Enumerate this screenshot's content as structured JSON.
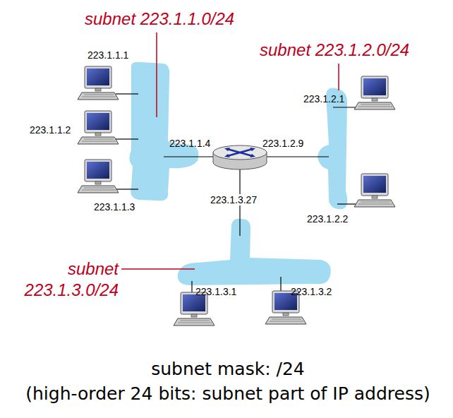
{
  "diagram": {
    "labels": [
      "subnet 223.1.1.0/24",
      "223.1.1.1",
      "223.1.1.2",
      "223.1.1.3",
      "223.1.1.4",
      "subnet 223.1.2.0/24",
      "223.1.2.1",
      "223.1.2.9",
      "223.1.2.2",
      "223.1.3.27",
      "subnet 223.1.3.0/24",
      "223.1.3.1",
      "223.1.3.2",
      "subnet mask: /24",
      "(high-order 24 bits: subnet part of IP address)"
    ]
  }
}
